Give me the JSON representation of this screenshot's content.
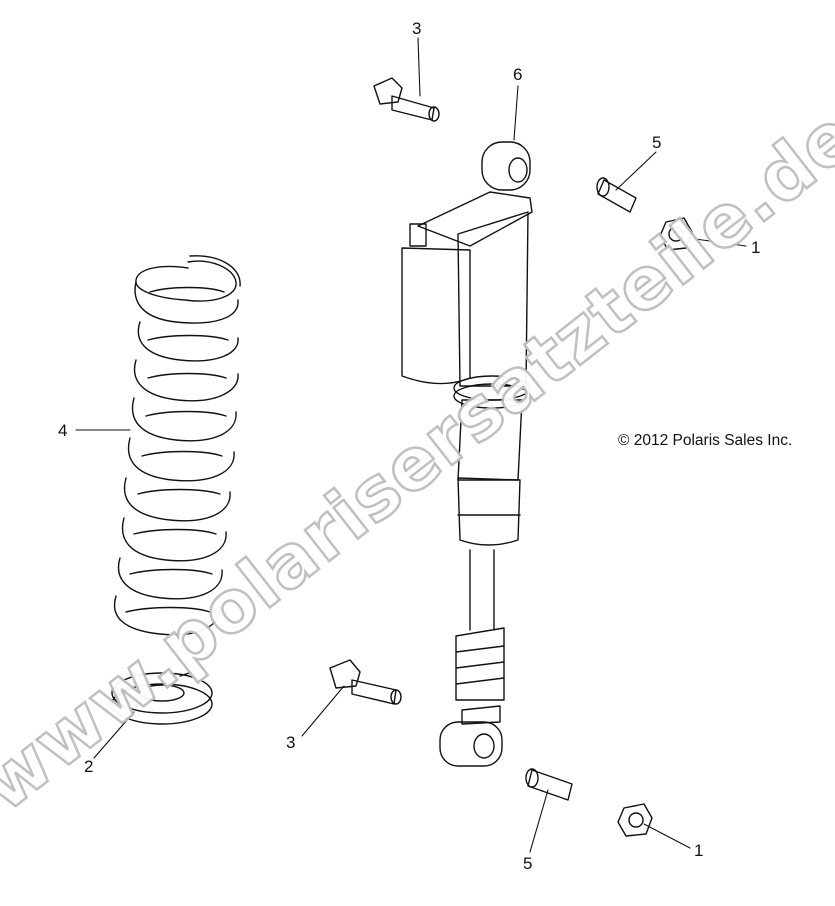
{
  "diagram": {
    "callouts": {
      "c1_top": "1",
      "c1_bottom": "1",
      "c2": "2",
      "c3_top": "3",
      "c3_bottom": "3",
      "c4": "4",
      "c5_top": "5",
      "c5_bottom": "5",
      "c6": "6"
    },
    "copyright": "© 2012 Polaris Sales Inc.",
    "watermark": "www.polarisersatzteile.de"
  }
}
